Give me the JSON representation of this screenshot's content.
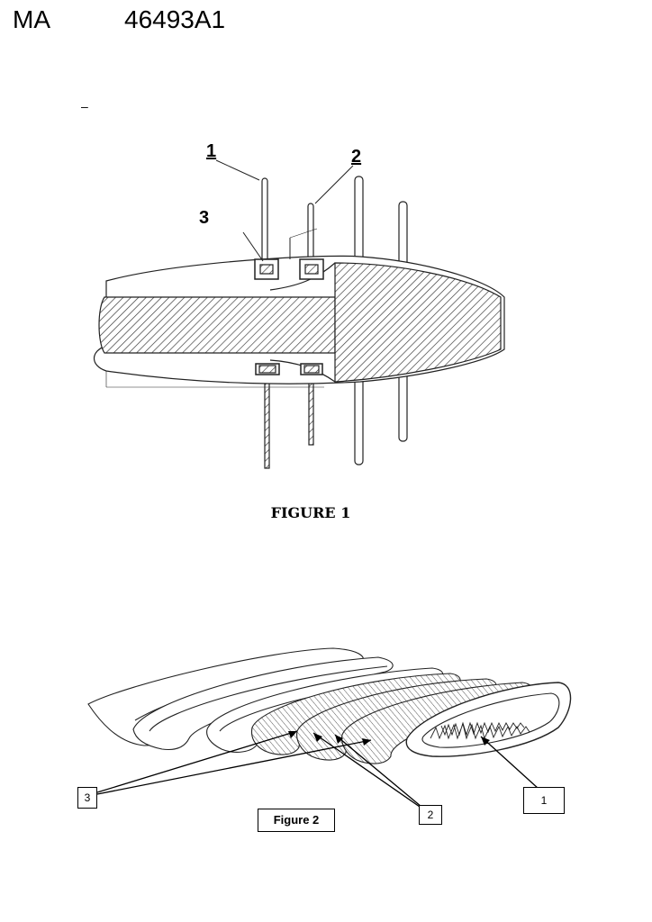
{
  "header": {
    "country_code": "MA",
    "publication_number": "46493A1"
  },
  "dash_mark": "–",
  "figure1": {
    "caption": "FIGURE 1",
    "labels": {
      "one": "1",
      "two": "2",
      "three": "3"
    }
  },
  "figure2": {
    "caption": "Figure 2",
    "refs": {
      "one": "1",
      "two": "2",
      "three": "3"
    }
  }
}
